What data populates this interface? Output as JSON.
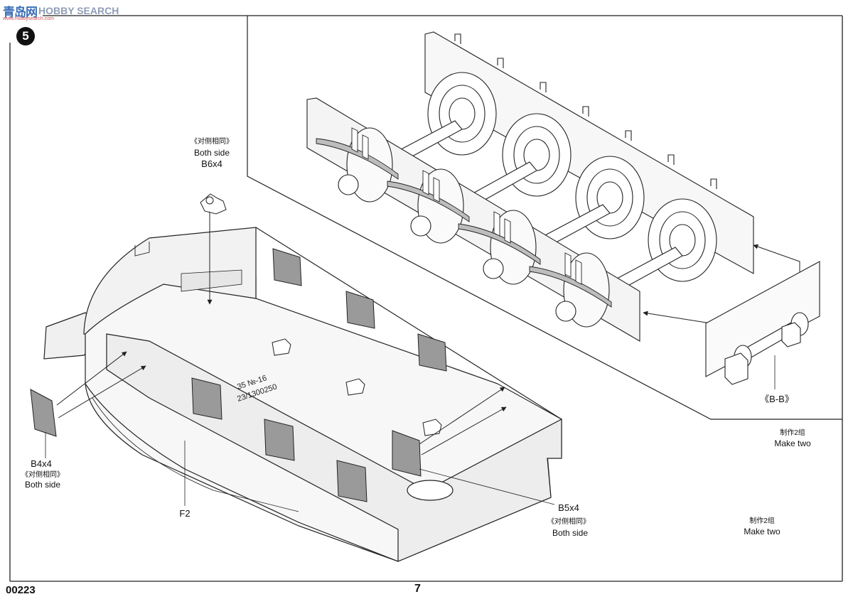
{
  "watermark": {
    "logo_cn": "青岛网",
    "logo_en": "HOBBY SEARCH",
    "logo_sub": "www.hobbysearch.com"
  },
  "step": {
    "number": "5"
  },
  "labels": {
    "b6_note_cn": "《对侧相同》",
    "b6_note_en": "Both side",
    "b6_part": "B6x4",
    "b4_part": "B4x4",
    "b4_note_cn": "《对侧相同》",
    "b4_note_en": "Both side",
    "f2_part": "F2",
    "b5_part": "B5x4",
    "b5_note_cn": "《对侧相同》",
    "b5_note_en": "Both side",
    "section_bb": "《B-B》",
    "make_two_cn_1": "制作2组",
    "make_two_en_1": "Make two",
    "make_two_cn_2": "制作2组",
    "make_two_en_2": "Make two",
    "hull_marking_1": "35 №-16",
    "hull_marking_2": "23/1300250"
  },
  "footer": {
    "code": "00223",
    "page": "7"
  },
  "colors": {
    "plate_fill": "#9a9a9a",
    "line": "#222222",
    "hull_fill": "#f4f4f4"
  }
}
